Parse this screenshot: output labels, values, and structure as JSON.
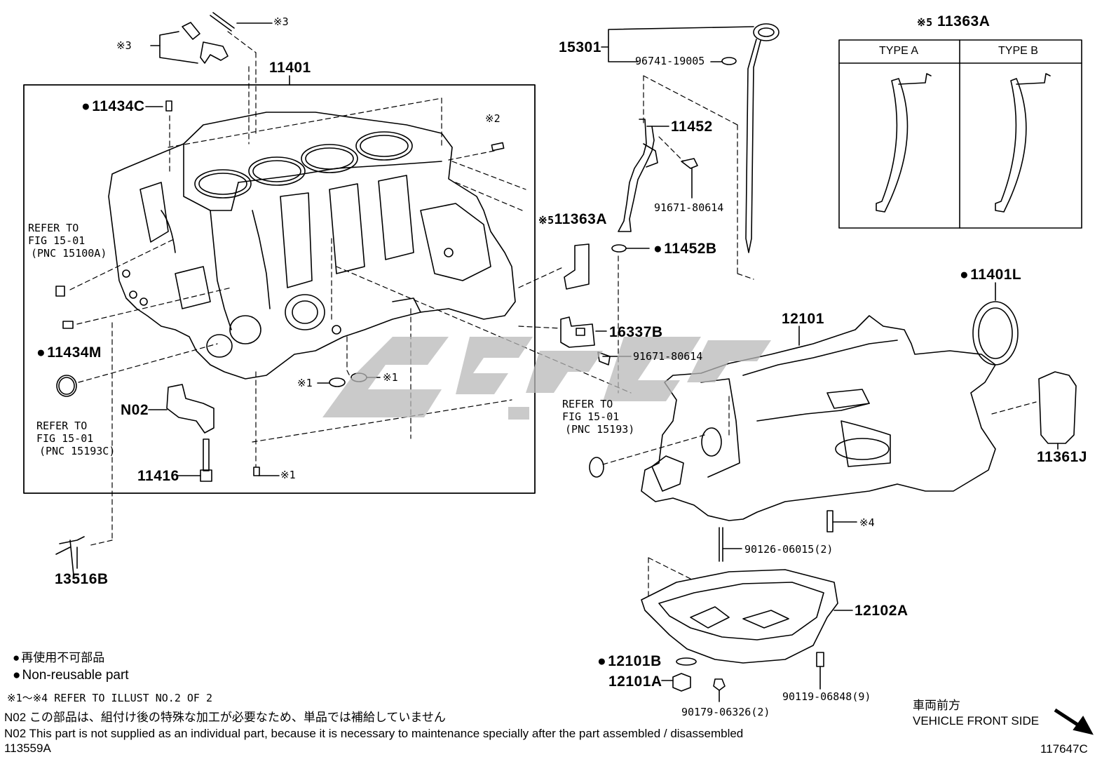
{
  "parts": {
    "p11401": "11401",
    "p11434c": "11434C",
    "p11434m": "11434M",
    "p13516b": "13516B",
    "pN02": "N02",
    "p11416": "11416",
    "p15301": "15301",
    "p9674119005": "96741-19005",
    "p11452": "11452",
    "p9167180614a": "91671-80614",
    "p11363a": "11363A",
    "p11452b": "11452B",
    "p16337b": "16337B",
    "p9167180614b": "91671-80614",
    "p12101": "12101",
    "p11401l": "11401L",
    "p11361j": "11361J",
    "p9012606015": "90126-06015(2)",
    "p12102a": "12102A",
    "p12101b": "12101B",
    "p12101a": "12101A",
    "p9017906326": "90179-06326(2)",
    "p9011906848": "90119-06848(9)"
  },
  "marks": {
    "m3top": "※3",
    "m3left": "※3",
    "m2": "※2",
    "m1a": "※1",
    "m1b": "※1",
    "m1c": "※1",
    "m4": "※4",
    "m5a": "※5",
    "m5b": "※5"
  },
  "refs": {
    "left_refer": [
      "REFER TO",
      "FIG 15-01",
      "(PNC 15100A)"
    ],
    "mid_refer": [
      "REFER TO",
      "FIG 15-01",
      "(PNC 15193C)"
    ],
    "right_refer": [
      "REFER TO",
      "FIG 15-01",
      "(PNC 15193)"
    ]
  },
  "type_table": {
    "title": "11363A",
    "col_a": "TYPE A",
    "col_b": "TYPE B"
  },
  "legend": {
    "jp_nonreusable": "再使用不可部品",
    "en_nonreusable": "Non-reusable part",
    "refer_note": "※1～※4 REFER TO ILLUST NO.2 OF 2",
    "n02_jp": "N02  この部品は、組付け後の特殊な加工が必要なため、単品では補給していません",
    "n02_en": "N02  This part is not supplied as an individual part, because it is necessary to maintenance specially after the part assembled / disassembled",
    "illust_left": "113559A",
    "illust_right": "117647C",
    "front_jp": "車両前方",
    "front_en": "VEHICLE FRONT SIDE"
  },
  "colors": {
    "line": "#000000",
    "watermark": "#b9b9b9"
  }
}
